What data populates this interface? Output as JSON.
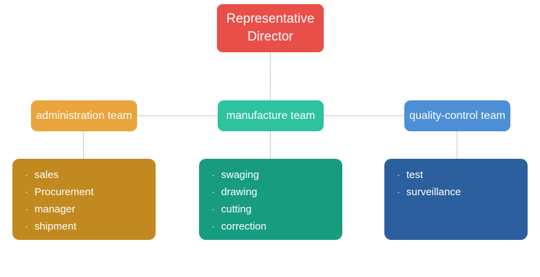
{
  "palette": {
    "background": "#ffffff",
    "connector": "#c8c8c8",
    "text": "#ffffff"
  },
  "bullet": "·",
  "chart_data": {
    "type": "org-chart",
    "root": {
      "label": "Representative Director",
      "color": "#e94f48"
    },
    "teams": [
      {
        "name": "administration team",
        "colors": {
          "header": "#e9a43b",
          "body": "#c1891f"
        },
        "members": [
          "sales",
          "Procurement",
          "manager",
          "shipment"
        ]
      },
      {
        "name": "manufacture team",
        "colors": {
          "header": "#2fc29e",
          "body": "#179c80"
        },
        "members": [
          "swaging",
          "drawing",
          "cutting",
          "correction"
        ]
      },
      {
        "name": "quality-control team",
        "colors": {
          "header": "#4c8fd7",
          "body": "#2c5f9d"
        },
        "members": [
          "test",
          "surveillance"
        ]
      }
    ]
  }
}
